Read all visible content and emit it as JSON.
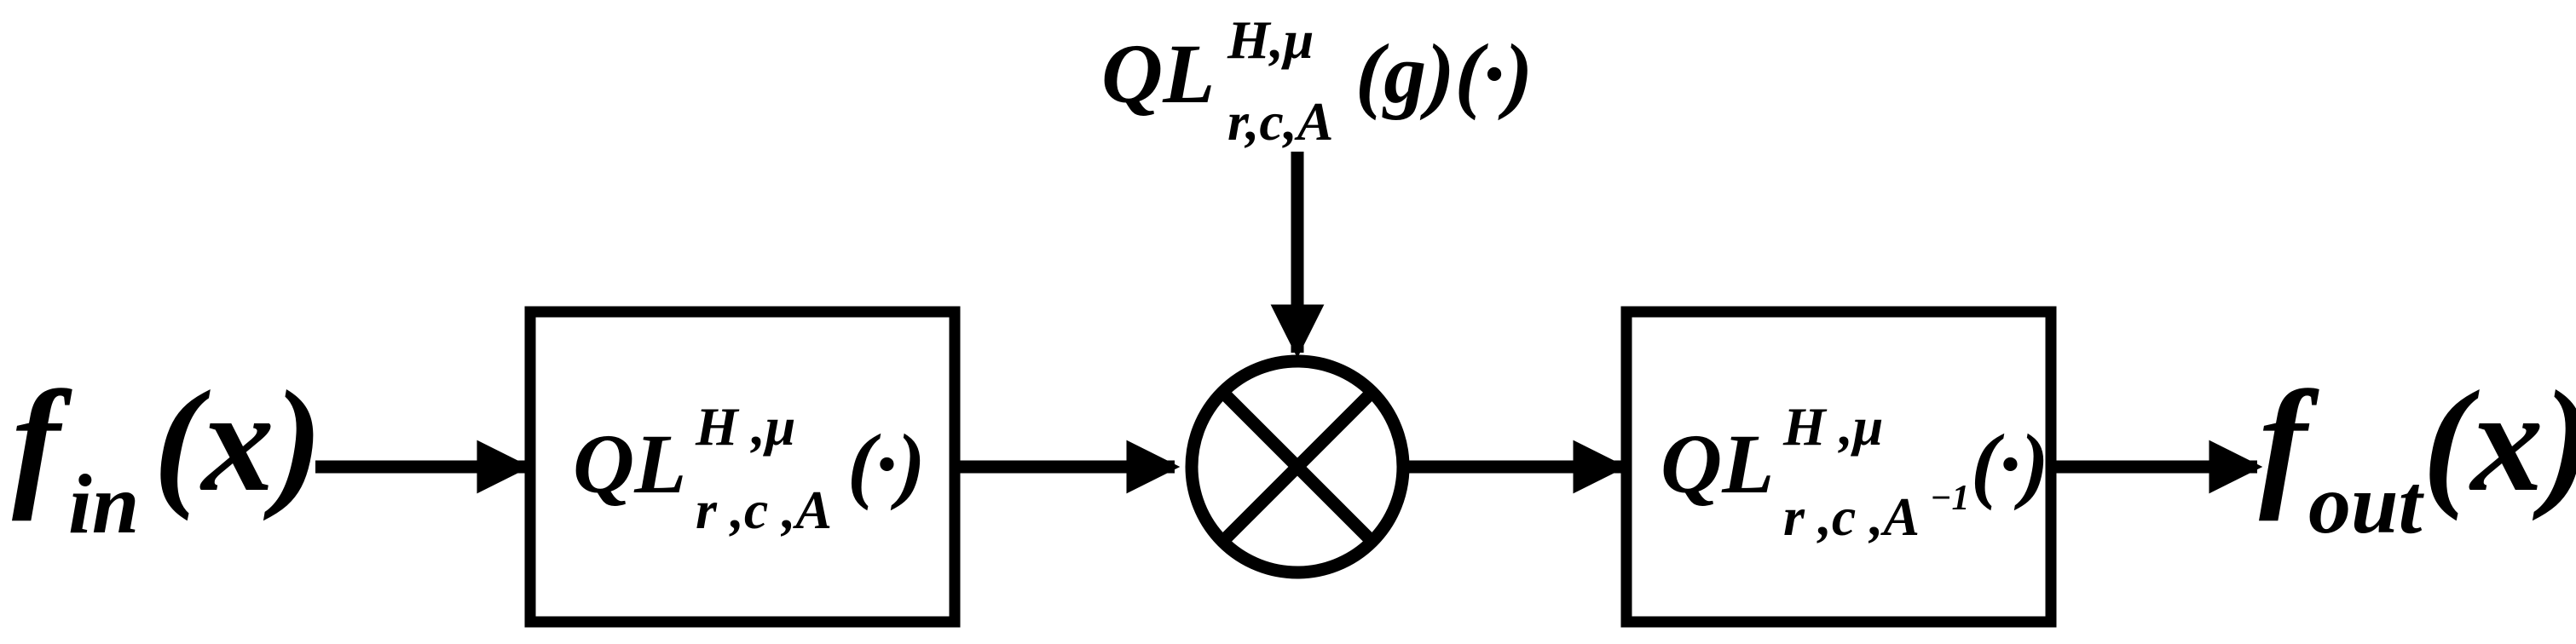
{
  "colors": {
    "stroke": "#000000",
    "background": "#ffffff"
  },
  "input_signal": {
    "symbol": "f",
    "subscript": "in",
    "argument": "(x)"
  },
  "output_signal": {
    "symbol": "f",
    "subscript": "out",
    "argument": "(x)"
  },
  "modulation_input": {
    "base": "QL",
    "superscript": "H,μ",
    "subscript": "r,c,A",
    "argument": "(g)(·)"
  },
  "forward_transform_block": {
    "base": "QL",
    "superscript": "H ,μ",
    "subscript": "r ,c ,A",
    "argument": "(·)"
  },
  "multiplier": {
    "icon": "multiply-circle-icon"
  },
  "inverse_transform_block": {
    "base": "QL",
    "superscript": "H ,μ",
    "subscript": "r ,c ,A",
    "subscript_power": "−1",
    "argument": "(·)"
  }
}
